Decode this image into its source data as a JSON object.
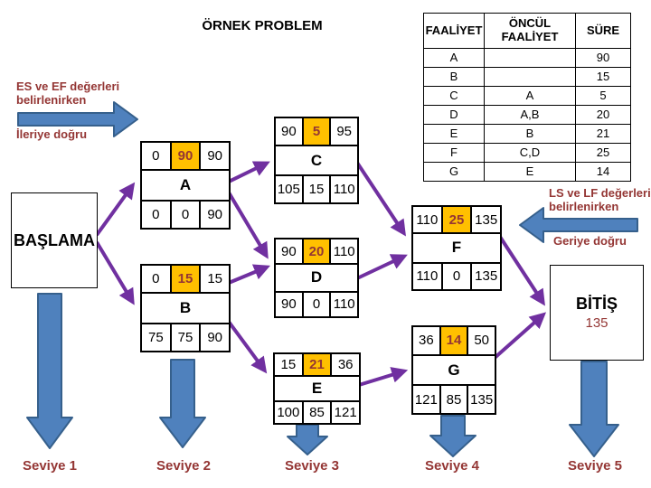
{
  "title": "ÖRNEK PROBLEM",
  "table": {
    "headers": {
      "activity": "FAALİYET",
      "predecessor": "ÖNCÜL FAALİYET",
      "duration": "SÜRE"
    },
    "rows": [
      {
        "activity": "A",
        "predecessor": "",
        "duration": "90"
      },
      {
        "activity": "B",
        "predecessor": "",
        "duration": "15"
      },
      {
        "activity": "C",
        "predecessor": "A",
        "duration": "5"
      },
      {
        "activity": "D",
        "predecessor": "A,B",
        "duration": "20"
      },
      {
        "activity": "E",
        "predecessor": "B",
        "duration": "21"
      },
      {
        "activity": "F",
        "predecessor": "C,D",
        "duration": "25"
      },
      {
        "activity": "G",
        "predecessor": "E",
        "duration": "14"
      }
    ]
  },
  "annotations": {
    "forward": {
      "line1": "ES ve EF değerleri",
      "line2": "belirlenirken",
      "direction": "İleriye doğru"
    },
    "backward": {
      "line1": "LS ve LF değerleri",
      "line2": "belirlenirken",
      "direction": "Geriye doğru"
    }
  },
  "network": {
    "start_label": "BAŞLAMA",
    "finish_label": "BİTİŞ",
    "finish_value": "135",
    "nodes": [
      {
        "label": "A",
        "es": "0",
        "duration": "90",
        "ef": "90",
        "ls": "0",
        "slack": "0",
        "lf": "90"
      },
      {
        "label": "B",
        "es": "0",
        "duration": "15",
        "ef": "15",
        "ls": "75",
        "slack": "75",
        "lf": "90"
      },
      {
        "label": "C",
        "es": "90",
        "duration": "5",
        "ef": "95",
        "ls": "105",
        "slack": "15",
        "lf": "110"
      },
      {
        "label": "D",
        "es": "90",
        "duration": "20",
        "ef": "110",
        "ls": "90",
        "slack": "0",
        "lf": "110"
      },
      {
        "label": "E",
        "es": "15",
        "duration": "21",
        "ef": "36",
        "ls": "100",
        "slack": "85",
        "lf": "121"
      },
      {
        "label": "F",
        "es": "110",
        "duration": "25",
        "ef": "135",
        "ls": "110",
        "slack": "0",
        "lf": "135"
      },
      {
        "label": "G",
        "es": "36",
        "duration": "14",
        "ef": "50",
        "ls": "121",
        "slack": "85",
        "lf": "135"
      }
    ]
  },
  "levels": [
    "Seviye 1",
    "Seviye 2",
    "Seviye 3",
    "Seviye 4",
    "Seviye 5"
  ],
  "colors": {
    "highlight": "#FFC000",
    "duration_text": "#943634",
    "note_text": "#943634",
    "connector_purple": "#7030A0",
    "block_arrow_blue": "#4F81BD"
  }
}
